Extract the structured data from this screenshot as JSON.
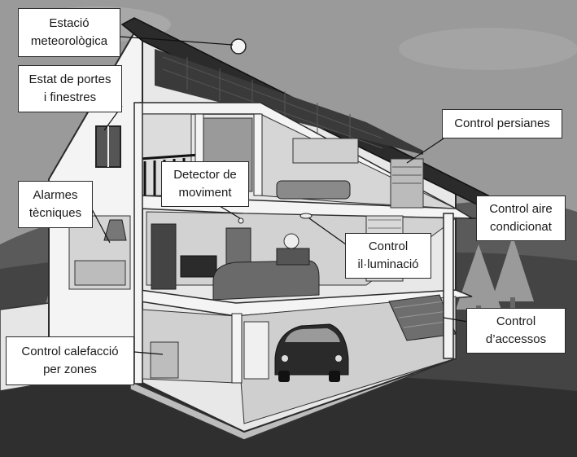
{
  "labels": {
    "weather_station": [
      "Estació",
      "meteorològica"
    ],
    "doors_windows": [
      "Estat de portes",
      "i finestres"
    ],
    "technical_alarms": [
      "Alarmes",
      "tècniques"
    ],
    "motion_detector": [
      "Detector de",
      "moviment"
    ],
    "blinds_control": [
      "Control persianes"
    ],
    "ac_control": [
      "Control aire",
      "condicionat"
    ],
    "lighting_control": [
      "Control",
      "il·luminació"
    ],
    "access_control": [
      "Control",
      "d’accessos"
    ],
    "zone_heating": [
      "Control calefacció",
      "per zones"
    ]
  },
  "colors": {
    "sky": "#8c8c8c",
    "hill_dark": "#4a4a4a",
    "ground": "#2e2e2e",
    "wall": "#f2f2f2",
    "roof": "#2b2b2b",
    "interior": "#d8d8d8"
  }
}
